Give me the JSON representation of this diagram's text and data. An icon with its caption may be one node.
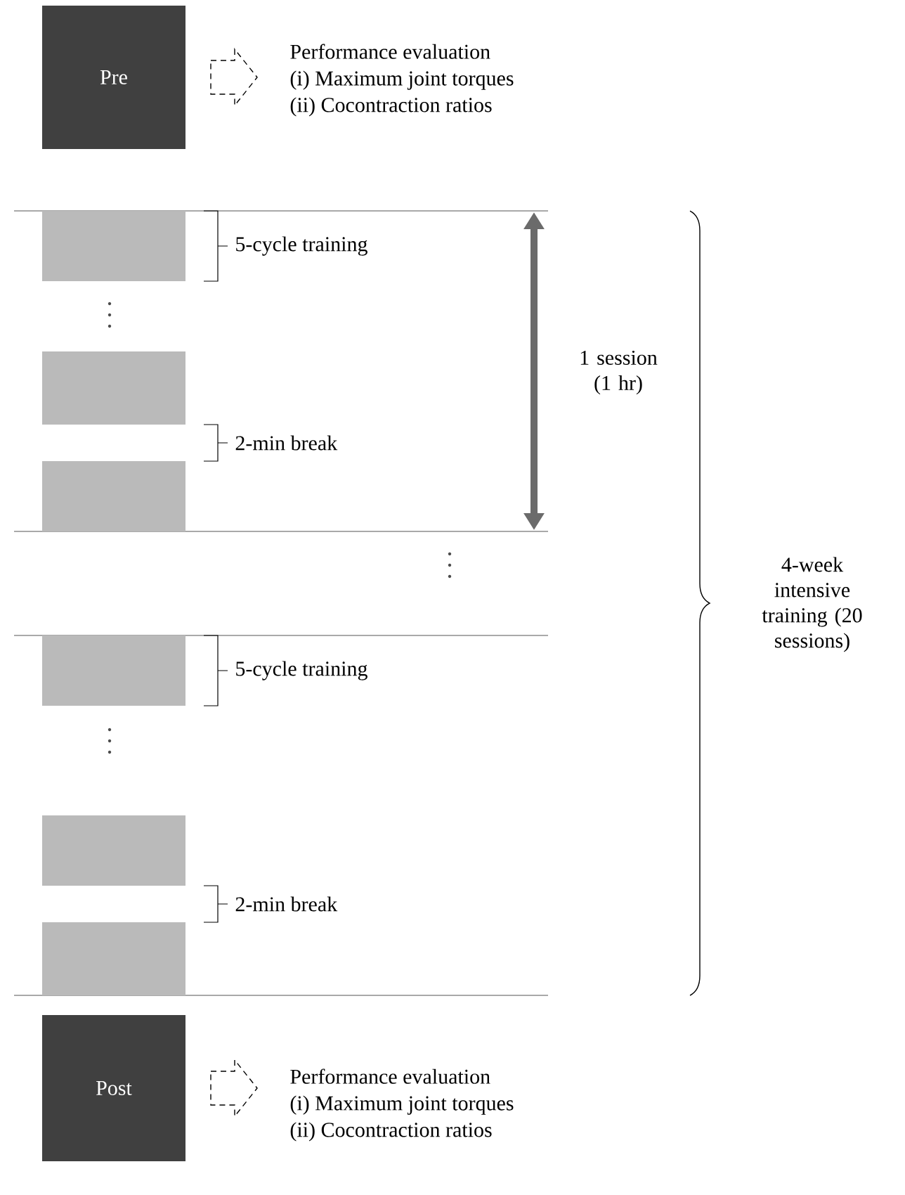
{
  "diagram": {
    "nodes": [
      {
        "text": [
          "Pre"
        ]
      },
      {
        "text": [
          "Performance evaluation",
          "(i) Maximum joint torques",
          "(ii) Cocontraction ratios"
        ]
      },
      {
        "text": [],
        "shape": "box"
      },
      {
        "text": [],
        "shape": "box"
      },
      {
        "text": [],
        "shape": "box"
      },
      {
        "text": [],
        "shape": "box"
      },
      {
        "text": [],
        "shape": "box"
      },
      {
        "text": [],
        "shape": "box"
      },
      {
        "text": [
          "Post"
        ]
      },
      {
        "text": [
          "Performance evaluation",
          "(i) Maximum joint torques",
          "(ii) Cocontraction ratios"
        ]
      }
    ],
    "edges": [
      {
        "from": 0,
        "to": 1,
        "arrow": "to",
        "style": "dashed"
      },
      {
        "from": 8,
        "to": 9,
        "arrow": "to",
        "style": "dashed"
      }
    ],
    "labels": [
      "5-cycle training",
      "1 session (1 hr)",
      "2-min break",
      "4-week intensive training (20 sessions)",
      "5-cycle training",
      "2-min break"
    ]
  }
}
